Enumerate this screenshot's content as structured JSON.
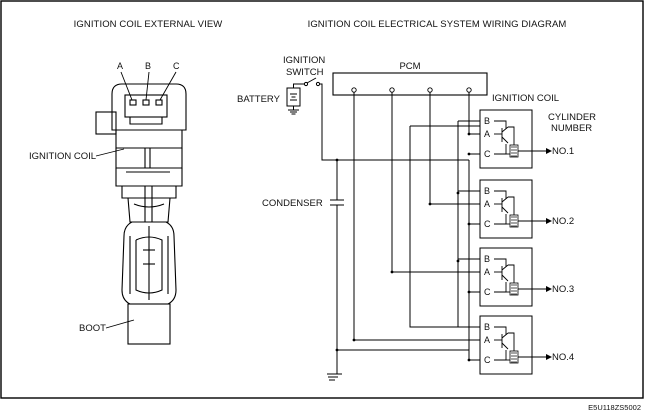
{
  "left_title": "IGNITION COIL EXTERNAL VIEW",
  "right_title": "IGNITION COIL ELECTRICAL SYSTEM WIRING DIAGRAM",
  "connector_pins": [
    "A",
    "B",
    "C"
  ],
  "coil_label": "IGNITION COIL",
  "boot_label": "BOOT",
  "ignition_switch": [
    "IGNITION",
    "SWITCH"
  ],
  "battery_label": "BATTERY",
  "pcm_label": "PCM",
  "ignition_coil_label": "IGNITION COIL",
  "cylinder_number": [
    "CYLINDER",
    "NUMBER"
  ],
  "condenser_label": "CONDENSER",
  "coil_terminals": [
    "B",
    "A",
    "C"
  ],
  "cylinders": [
    "NO.1",
    "NO.2",
    "NO.3",
    "NO.4"
  ],
  "figure_code": "E5U118ZS5002"
}
